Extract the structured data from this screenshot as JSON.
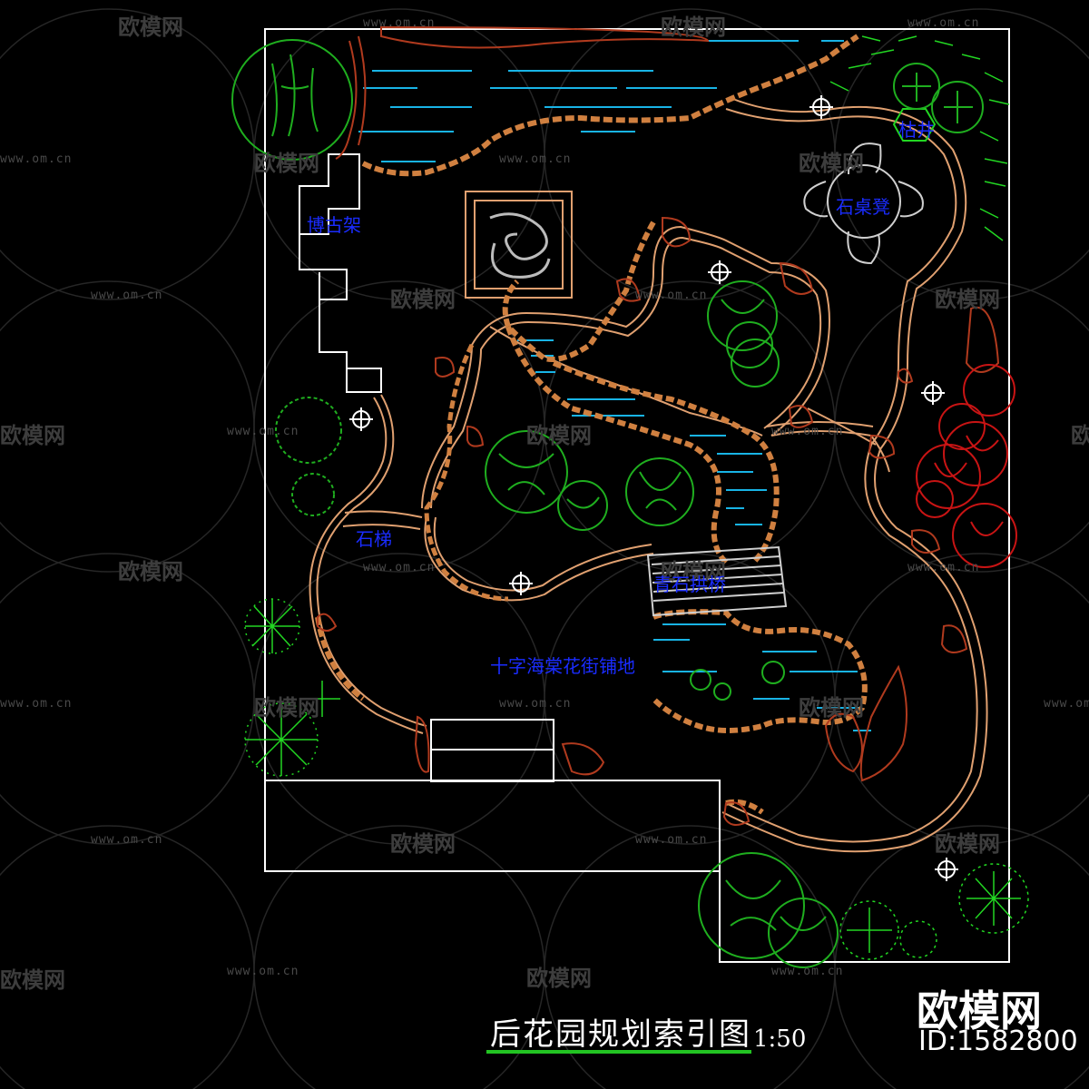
{
  "labels": {
    "antique_shelf": "博古架",
    "stone_table": "石桌凳",
    "dry_well": "枯井",
    "stone_steps": "石梯",
    "pavilion": "青石拱桥",
    "paving": "十字海棠花街铺地"
  },
  "title": "后花园规划索引图",
  "scale": "1:50",
  "watermark": {
    "brand": "欧模网",
    "url": "www.om.cn",
    "id": "ID:1582800"
  },
  "colors": {
    "background": "#000000",
    "boundary": "#ffffff",
    "path": "#e0a070",
    "rock": "#b05a1e",
    "water": "#18b4e6",
    "tree_green": "#1fae1f",
    "tree_red": "#c81414",
    "label_blue": "#1a2cff",
    "title_underline": "#22c322"
  }
}
